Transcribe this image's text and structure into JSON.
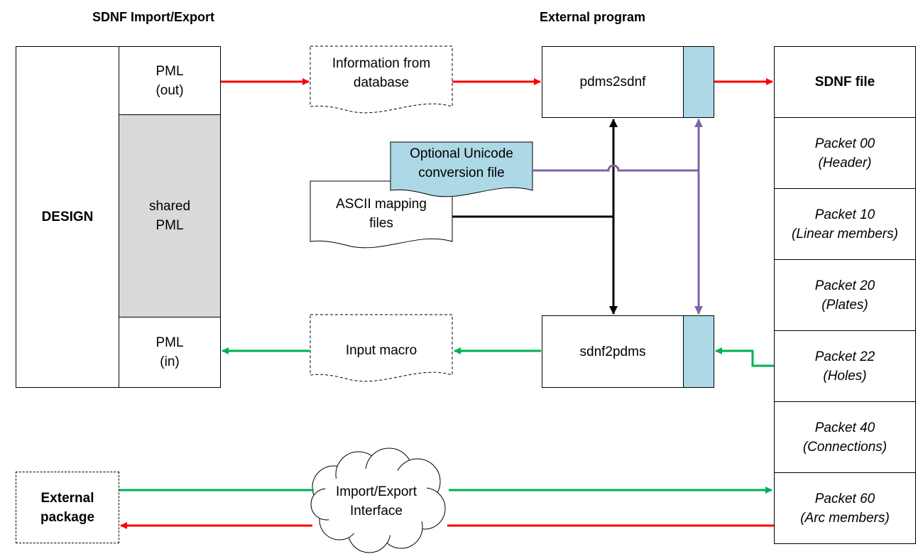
{
  "headings": {
    "left": "SDNF Import/Export",
    "middle": "External program"
  },
  "design": {
    "title": "DESIGN",
    "pml_out": "PML\n(out)",
    "shared_pml": "shared\nPML",
    "pml_in": "PML\n(in)"
  },
  "documents": {
    "info_from_db": "Information from\ndatabase",
    "unicode_file": "Optional Unicode\nconversion file",
    "ascii_files": "ASCII mapping\nfiles",
    "input_macro": "Input macro"
  },
  "programs": {
    "pdms2sdnf": "pdms2sdnf",
    "sdnf2pdms": "sdnf2pdms"
  },
  "sdnf": {
    "title": "SDNF file",
    "packets": [
      "Packet 00\n(Header)",
      "Packet 10\n(Linear members)",
      "Packet 20\n(Plates)",
      "Packet 22\n(Holes)",
      "Packet 40\n(Connections)",
      "Packet 60\n(Arc members)"
    ]
  },
  "external_package": "External\npackage",
  "interface": "Import/Export\nInterface",
  "colors": {
    "export_arrow": "#ff0000",
    "import_arrow": "#00b050",
    "unicode_link": "#8064a2",
    "mapping_link": "#000000",
    "shared_fill": "#d9d9d9",
    "doc_fill": "#add8e6"
  }
}
